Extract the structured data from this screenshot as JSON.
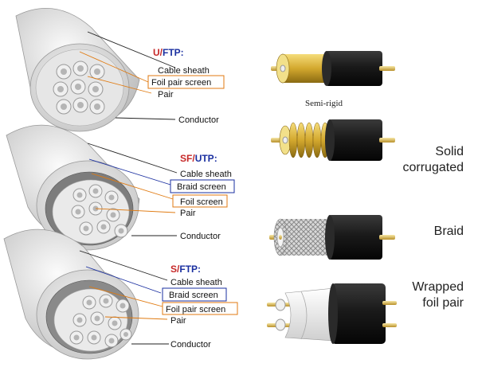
{
  "cables": [
    {
      "type_prefix": "U",
      "type_slash": "/",
      "type_suffix": "FTP:",
      "labels": [
        "Cable sheath",
        "Foil pair screen",
        "Pair",
        "Conductor"
      ]
    },
    {
      "type_prefix": "SF",
      "type_slash": "/",
      "type_suffix": "UTP:",
      "labels": [
        "Cable sheath",
        "Braid screen",
        "Foil screen",
        "Pair",
        "Conductor"
      ]
    },
    {
      "type_prefix": "S",
      "type_slash": "/",
      "type_suffix": "FTP:",
      "labels": [
        "Cable sheath",
        "Braid screen",
        "Foil pair screen",
        "Pair",
        "Conductor"
      ]
    }
  ],
  "coax": {
    "semi_rigid_label": "Semi-rigid",
    "solid_corrugated_line1": "Solid",
    "solid_corrugated_line2": "corrugated",
    "braid_label": "Braid",
    "wrapped_line1": "Wrapped",
    "wrapped_line2": "foil pair"
  },
  "colors": {
    "shield_red": "#c62828",
    "screen_blue": "#1a2fa0",
    "foil_orange": "#e07a10",
    "gold": "#d4a72c",
    "jacket": "#1b1b1b"
  }
}
